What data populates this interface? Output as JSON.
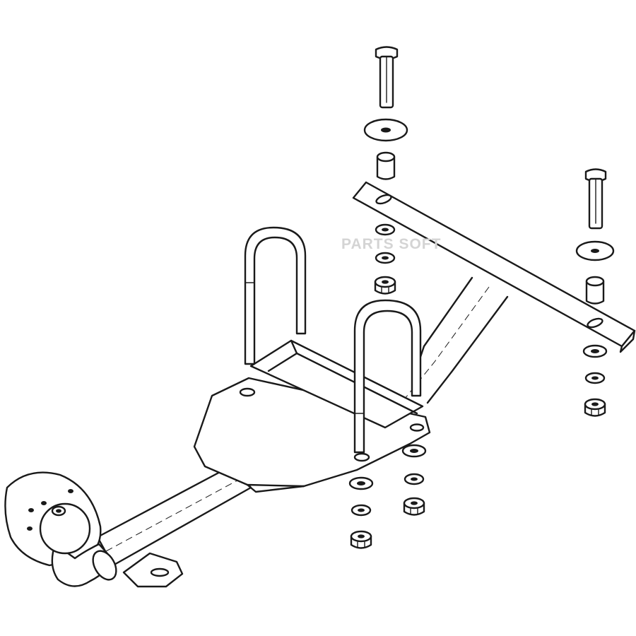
{
  "watermark": {
    "text": "PARTS SOFT",
    "color": "#d4d4d4"
  },
  "drawing": {
    "line_color": "#1a1a1a",
    "background": "#ffffff",
    "parts": [
      "tow-ball-flange",
      "tow-ball",
      "main-crossbar-tube",
      "mounting-plate",
      "u-bolt",
      "rear-bracket-bar",
      "hex-bolt",
      "flat-washer",
      "spacer-sleeve",
      "hex-nut"
    ]
  }
}
